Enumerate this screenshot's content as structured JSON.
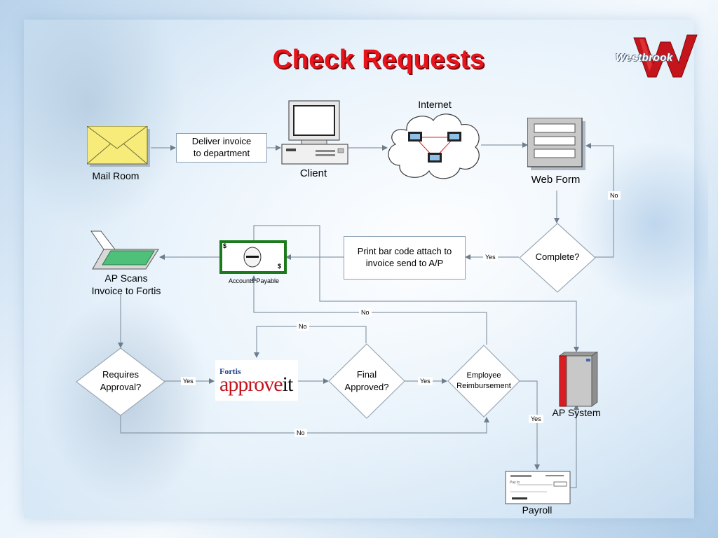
{
  "slide": {
    "title": "Check Requests",
    "logo_text": "Westbrook"
  },
  "nodes": {
    "mail_room": "Mail Room",
    "deliver_invoice": [
      "Deliver invoice",
      "to department"
    ],
    "client": "Client",
    "internet": "Internet",
    "web_form": "Web Form",
    "complete": "Complete?",
    "print_bar_code": [
      "Print bar code attach to",
      "invoice send to A/P"
    ],
    "accounts_payable": "Accounts Payable",
    "ap_scans": [
      "AP Scans",
      "Invoice to Fortis"
    ],
    "requires_approval": [
      "Requires",
      "Approval?"
    ],
    "fortis_brand": "Fortis",
    "fortis_product_a": "approve",
    "fortis_product_b": "it",
    "final_approved": [
      "Final",
      "Approved?"
    ],
    "employee_reimbursement": [
      "Employee",
      "Reimbursement"
    ],
    "ap_system": "AP System",
    "payroll": "Payroll",
    "check_pay_to": "Pay to",
    "dollar_sign": "$"
  },
  "edge_labels": {
    "web_form_no": "No",
    "complete_yes": "Yes",
    "employee_no": "No",
    "final_no": "No",
    "requires_yes": "Yes",
    "final_yes": "Yes",
    "employee_yes": "Yes",
    "requires_no": "No"
  },
  "colors": {
    "title": "#e8141c",
    "diamond_fill": "#ffffff",
    "diamond_stroke": "#9aa8b6",
    "connector": "#8a9aa8",
    "envelope": "#f7ec7a",
    "server": "#d81e24",
    "scanner_glass": "#4fc07a"
  }
}
